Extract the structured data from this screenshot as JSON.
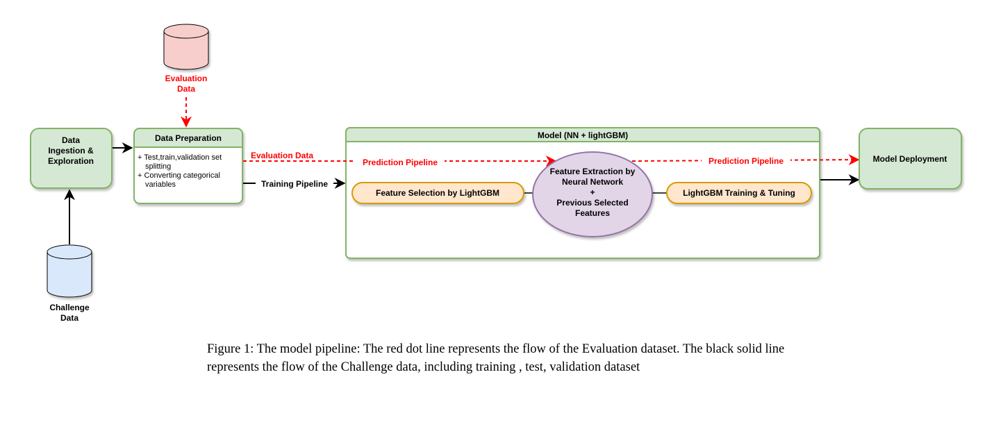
{
  "nodes": {
    "evaluation_db": {
      "label_line1": "Evaluation",
      "label_line2": "Data"
    },
    "challenge_db": {
      "label_line1": "Challenge",
      "label_line2": "Data"
    },
    "ingestion": {
      "line1": "Data",
      "line2": "Ingestion &",
      "line3": "Exploration"
    },
    "preparation": {
      "title": "Data Preparation",
      "bullet1_line1": "+ Test,train,validation set",
      "bullet1_line2": "splitting",
      "bullet2_line1": "+ Converting categorical",
      "bullet2_line2": "variables"
    },
    "model": {
      "title": "Model (NN + lightGBM)"
    },
    "feature_selection": {
      "label": "Feature Selection by LightGBM"
    },
    "feature_extraction": {
      "line1": "Feature Extraction by",
      "line2": "Neural Network",
      "line3": "+",
      "line4": "Previous Selected",
      "line5": "Features"
    },
    "lightgbm_training": {
      "label": "LightGBM  Training & Tuning"
    },
    "deployment": {
      "label": "Model Deployment"
    }
  },
  "edges": {
    "evaluation_data_label": "Evaluation Data",
    "prediction_pipeline_1": "Prediction Pipeline",
    "prediction_pipeline_2": "Prediction Pipeline",
    "training_pipeline": "Training Pipeline"
  },
  "caption": "Figure 1: The model pipeline: The red dot line represents the flow of the Evaluation dataset. The black solid line represents the flow of the Challenge data, including training , test, validation dataset",
  "colors": {
    "green_fill": "#d5e8d4",
    "green_stroke": "#82b366",
    "red_db_fill": "#f8cecc",
    "blue_db_fill": "#dae8fc",
    "orange_fill": "#ffe6cc",
    "orange_stroke": "#d79b00",
    "purple_fill": "#e1d5e7",
    "purple_stroke": "#9673a6",
    "red_flow": "#ff0000"
  }
}
